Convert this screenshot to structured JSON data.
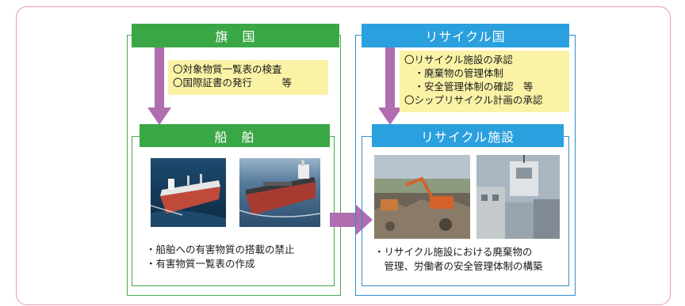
{
  "flag_state": {
    "title": "旗　国",
    "notes": [
      "〇対象物質一覧表の検査",
      "〇国際証書の発行　　　等"
    ]
  },
  "ship": {
    "title": "船　舶",
    "bullets": [
      "・船舶への有害物質の搭載の禁止",
      "・有害物質一覧表の作成"
    ]
  },
  "recycling_state": {
    "title": "リサイクル国",
    "notes": [
      "〇リサイクル施設の承認",
      "　・廃棄物の管理体制",
      "　・安全管理体制の確認　等",
      "〇シップリサイクル計画の承認"
    ]
  },
  "facility": {
    "title": "リサイクル施設",
    "bullets": [
      "・リサイクル施設における廃棄物の",
      "　管理、労働者の安全管理体制の構築"
    ]
  },
  "colors": {
    "green": "#3aa746",
    "blue": "#2aa0de",
    "arrow": "#b06db0",
    "note_bg": "#faf3a6",
    "outer_border": "#e79bb8"
  }
}
